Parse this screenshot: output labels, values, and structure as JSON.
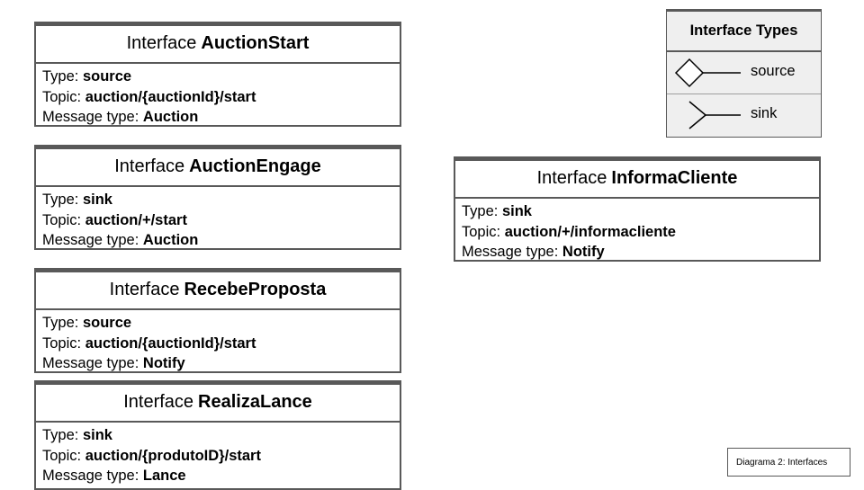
{
  "interfaces": [
    {
      "prefix": "Interface",
      "name": "AuctionStart",
      "type_label": "Type:",
      "type": "source",
      "topic_label": "Topic:",
      "topic": "auction/{auctionId}/start",
      "msg_label": "Message type:",
      "msg": "Auction"
    },
    {
      "prefix": "Interface",
      "name": "AuctionEngage",
      "type_label": "Type:",
      "type": "sink",
      "topic_label": "Topic:",
      "topic": "auction/+/start",
      "msg_label": "Message type:",
      "msg": "Auction"
    },
    {
      "prefix": "Interface",
      "name": "RecebeProposta",
      "type_label": "Type:",
      "type": "source",
      "topic_label": "Topic:",
      "topic": "auction/{auctionId}/start",
      "msg_label": "Message type:",
      "msg": "Notify"
    },
    {
      "prefix": "Interface",
      "name": "RealizaLance",
      "type_label": "Type:",
      "type": "sink",
      "topic_label": "Topic:",
      "topic": "auction/{produtoID}/start",
      "msg_label": "Message type:",
      "msg": "Lance"
    },
    {
      "prefix": "Interface",
      "name": "InformaCliente",
      "type_label": "Type:",
      "type": "sink",
      "topic_label": "Topic:",
      "topic": "auction/+/informacliente",
      "msg_label": "Message type:",
      "msg": "Notify"
    }
  ],
  "legend": {
    "title": "Interface Types",
    "items": [
      {
        "label": "source",
        "icon": "diamond-line-icon"
      },
      {
        "label": "sink",
        "icon": "fork-line-icon"
      }
    ]
  },
  "footnote": "Diagrama 2: Interfaces",
  "colors": {
    "border": "#595959",
    "legend_bg": "#efefef"
  }
}
